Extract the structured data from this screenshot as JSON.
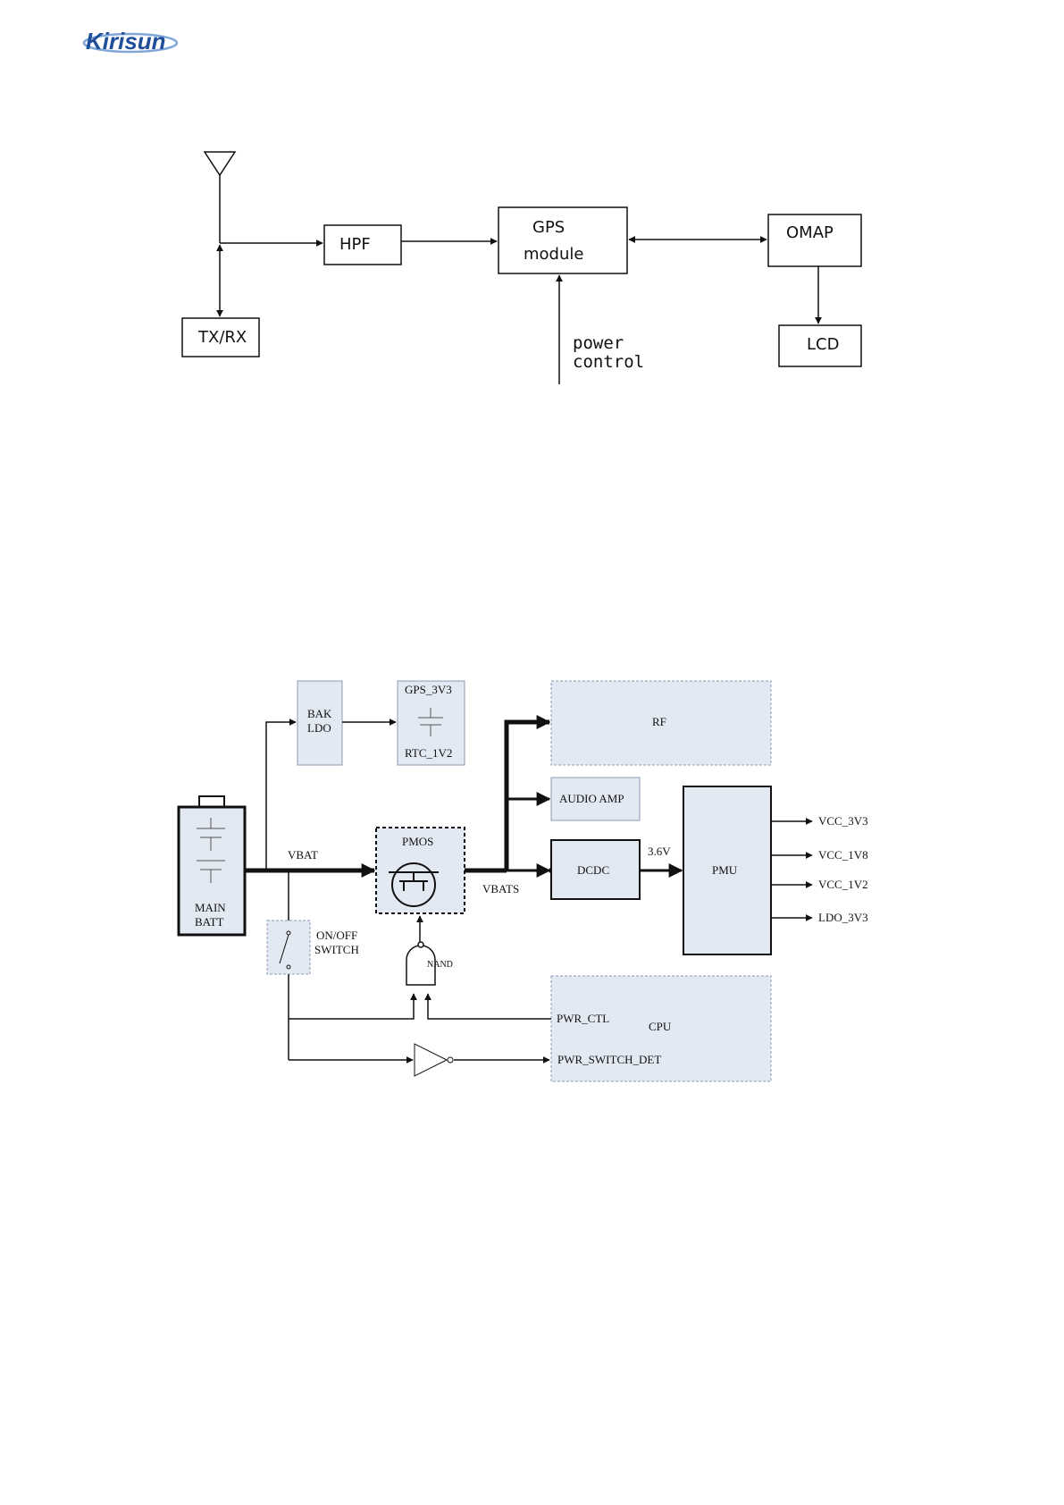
{
  "header": {
    "logo_text": "Kirisun",
    "logo_color": "#1f4f9a"
  },
  "gps_diagram": {
    "hpf": "HPF",
    "gps_line1": "GPS",
    "gps_line2": "module",
    "omap": "OMAP",
    "txrx": "TX/RX",
    "lcd": "LCD",
    "power_line1": "power",
    "power_line2": "control"
  },
  "power_diagram": {
    "bak_line1": "BAK",
    "bak_line2": "LDO",
    "gps_3v3": "GPS_3V3",
    "rtc_1v2": "RTC_1V2",
    "rf": "RF",
    "audio_amp": "AUDIO AMP",
    "main_line1": "MAIN",
    "main_line2": "BATT",
    "vbat": "VBAT",
    "pmos": "PMOS",
    "vbats": "VBATS",
    "dcdc": "DCDC",
    "v36": "3.6V",
    "pmu": "PMU",
    "vcc_3v3": "VCC_3V3",
    "vcc_1v8": "VCC_1V8",
    "vcc_1v2": "VCC_1V2",
    "ldo_3v3": "LDO_3V3",
    "onoff_line1": "ON/OFF",
    "onoff_line2": "SWITCH",
    "nand": "NAND",
    "pwr_ctl": "PWR_CTL",
    "cpu": "CPU",
    "pwr_switch_det": "PWR_SWITCH_DET",
    "fill_color": "#e3e9f2"
  }
}
